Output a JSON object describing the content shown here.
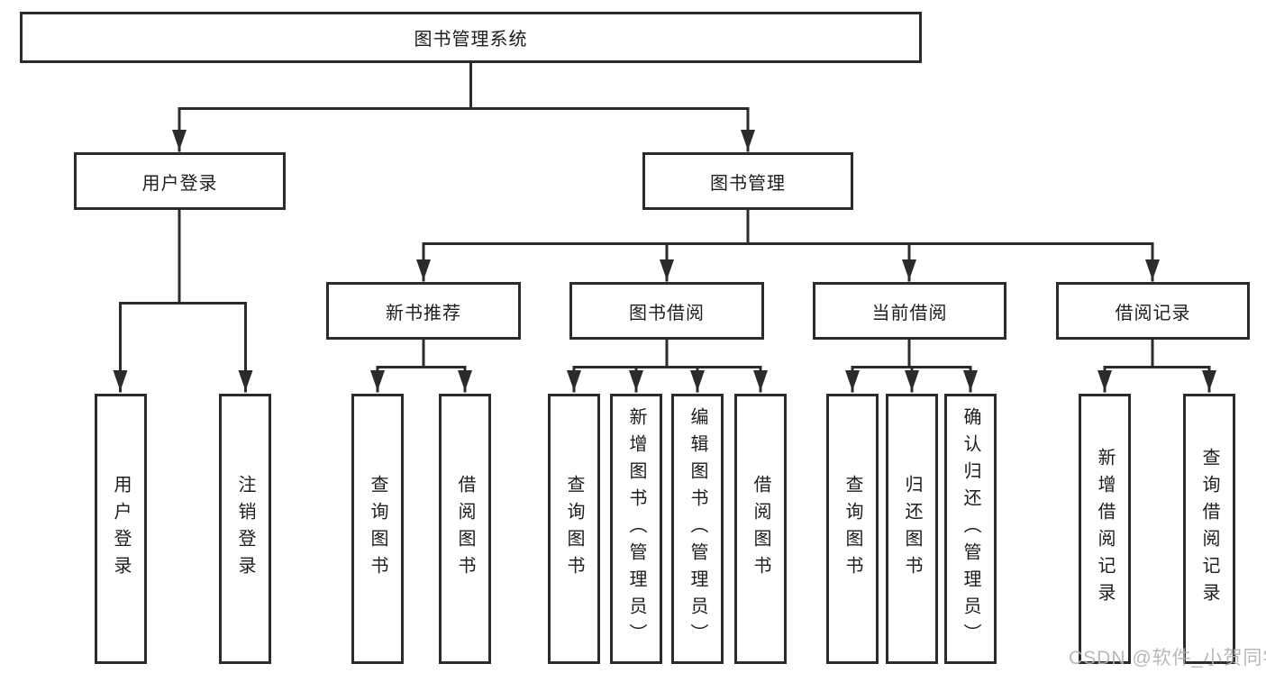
{
  "nodes": {
    "root": "图书管理系统",
    "userLogin": "用户登录",
    "bookMgmt": "图书管理",
    "newRec": "新书推荐",
    "bookBorrow": "图书借阅",
    "currentBorrow": "当前借阅",
    "borrowRecords": "借阅记录",
    "ulLogin": "用户登录",
    "ulLogout": "注销登录",
    "nrQuery": "查询图书",
    "nrBorrow": "借阅图书",
    "bbQuery": "查询图书",
    "bbAdd": "新增图书（管理员）",
    "bbEdit": "编辑图书（管理员）",
    "bbBorrow": "借阅图书",
    "cbQuery": "查询图书",
    "cbReturn": "归还图书",
    "cbConfirm": "确认归还（管理员）",
    "brAdd": "新增借阅记录",
    "brQuery": "查询借阅记录"
  },
  "watermark": "CSDN @软件_小贺同学",
  "colors": {
    "line": "#2b2b2b",
    "box_border": "#2b2b2b",
    "text": "#1d1d1d",
    "background": "#ffffff",
    "watermark": "#b2b2b2"
  }
}
